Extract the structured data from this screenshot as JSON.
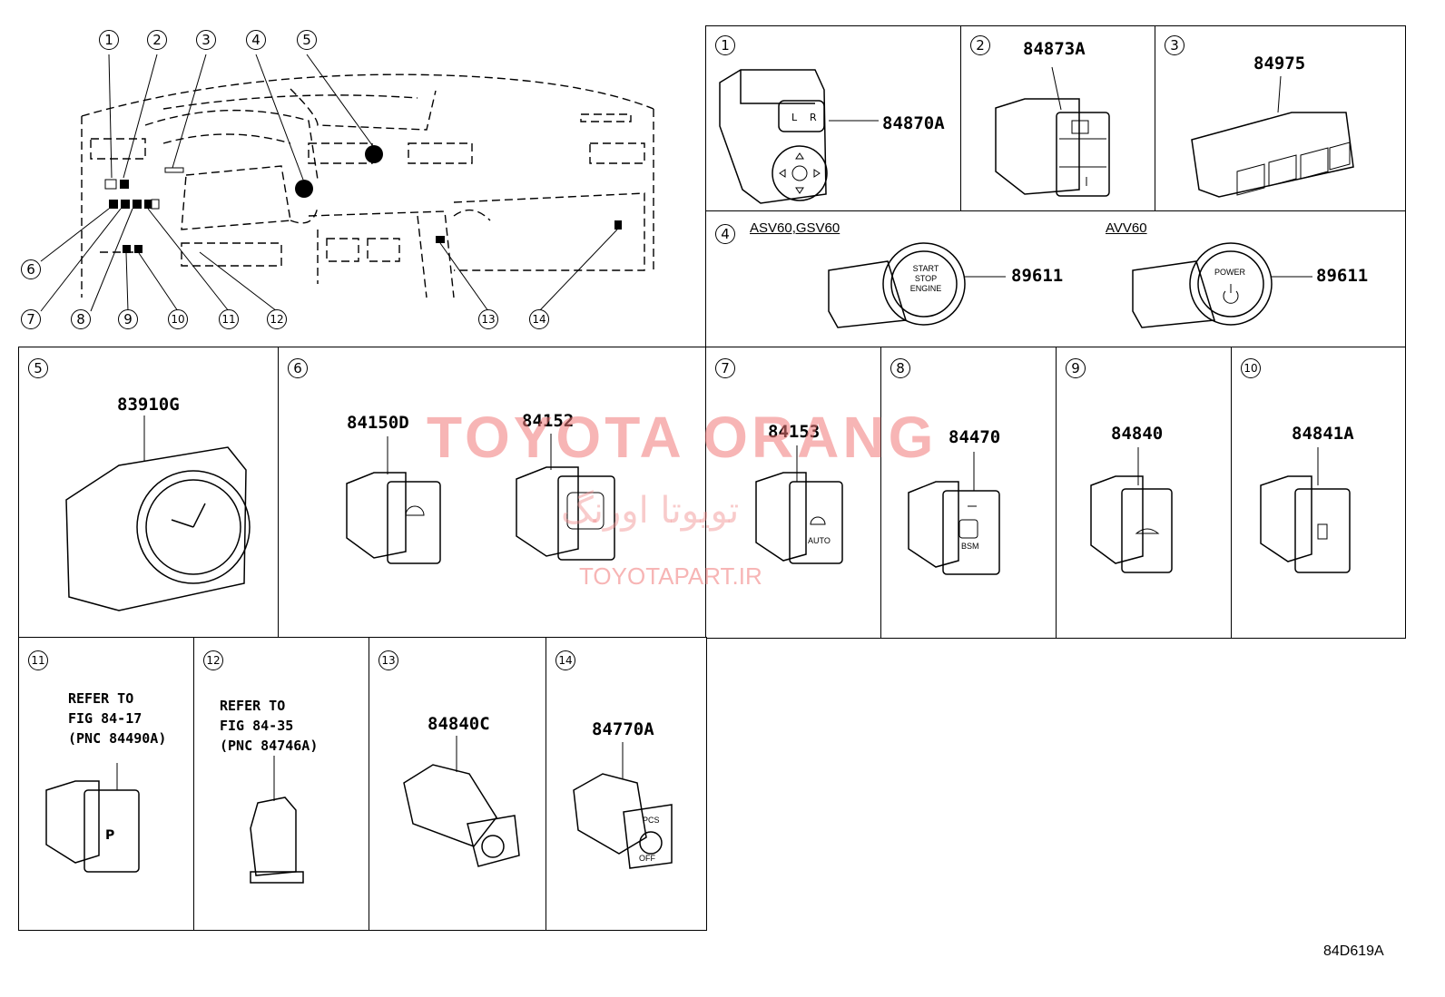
{
  "overview": {
    "callouts": [
      "1",
      "2",
      "3",
      "4",
      "5",
      "6",
      "7",
      "8",
      "9",
      "10",
      "11",
      "12",
      "13",
      "14"
    ]
  },
  "panels": [
    {
      "num": "1",
      "part": "84870A"
    },
    {
      "num": "2",
      "part": "84873A"
    },
    {
      "num": "3",
      "part": "84975"
    },
    {
      "num": "4",
      "sub_left": "ASV60,GSV60",
      "sub_right": "AVV60",
      "part_left": "89611",
      "part_right": "89611",
      "button_left": [
        "START",
        "STOP",
        "ENGINE"
      ],
      "button_right": "POWER"
    },
    {
      "num": "5",
      "part": "83910G"
    },
    {
      "num": "6",
      "part_a": "84150D",
      "part_b": "84152"
    },
    {
      "num": "7",
      "part": "84153",
      "icon_text": "AUTO"
    },
    {
      "num": "8",
      "part": "84470",
      "icon_text": "BSM"
    },
    {
      "num": "9",
      "part": "84840"
    },
    {
      "num": "10",
      "part": "84841A"
    },
    {
      "num": "11",
      "note": "REFER TO\nFIG 84-17\n(PNC 84490A)"
    },
    {
      "num": "12",
      "note": "REFER TO\nFIG 84-35\n(PNC 84746A)"
    },
    {
      "num": "13",
      "part": "84840C"
    },
    {
      "num": "14",
      "part": "84770A",
      "icon_top": "PCS",
      "icon_bottom": "OFF"
    }
  ],
  "watermark": {
    "title": "TOYOTA ORANG",
    "persian": "تویوتا اورنگ",
    "site": "TOYOTAPART.IR"
  },
  "figure_code": "84D619A"
}
